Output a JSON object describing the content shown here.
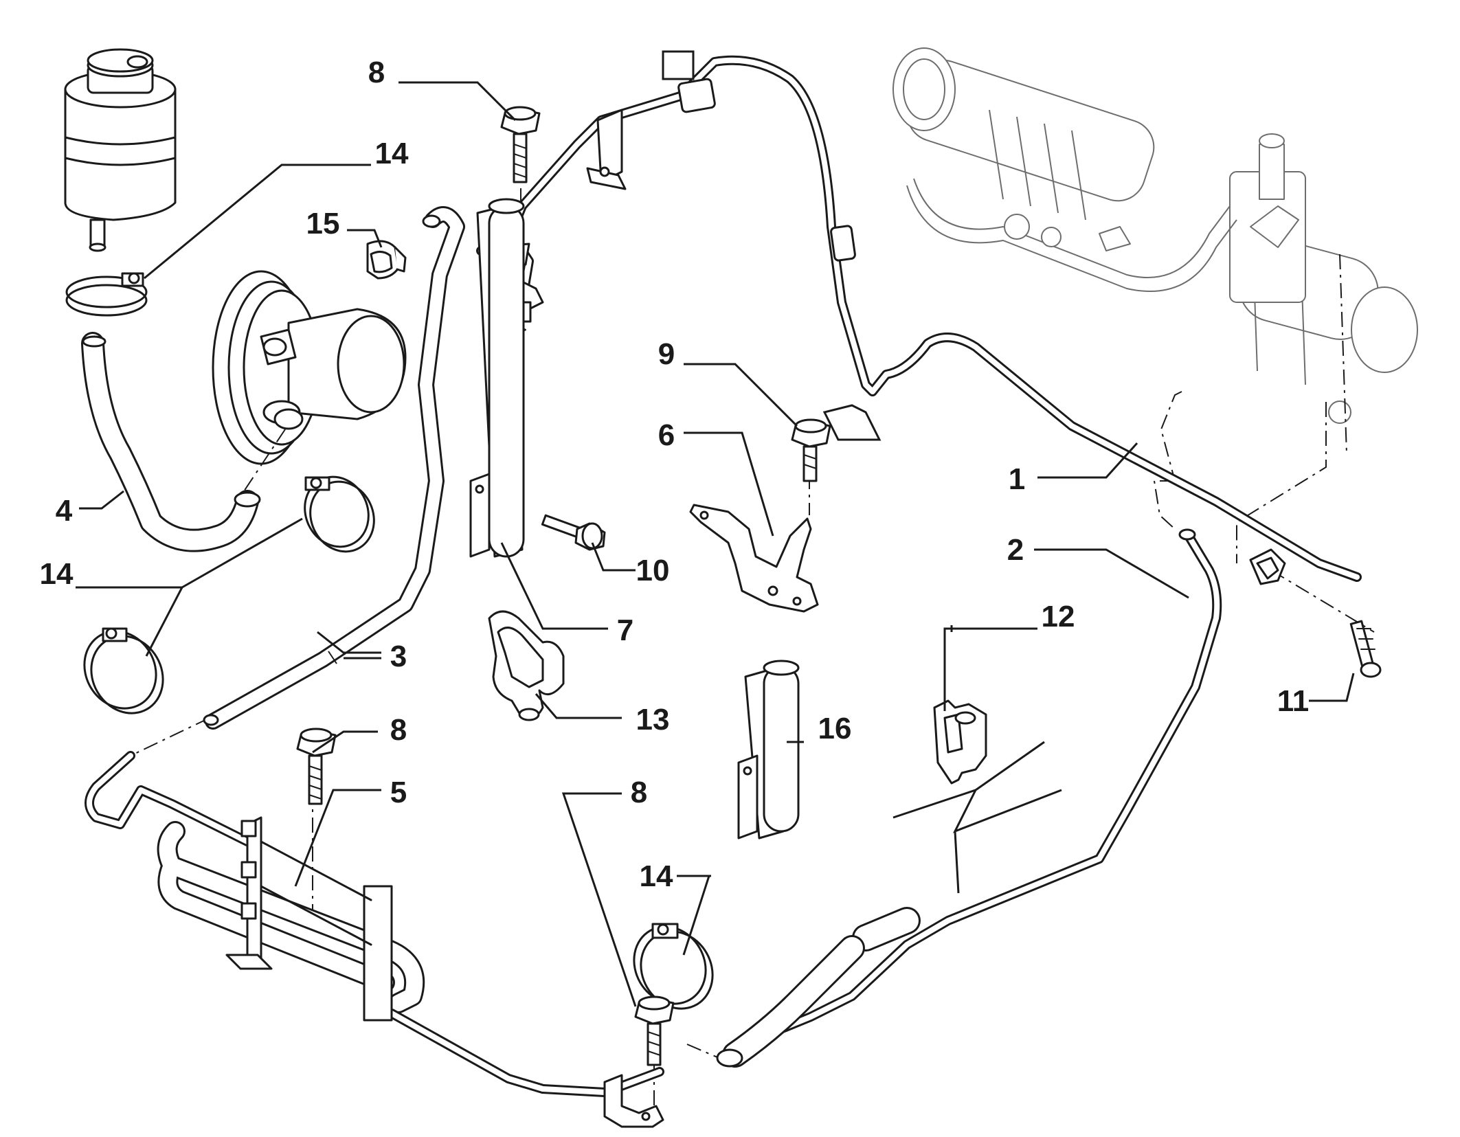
{
  "callouts": {
    "c1": "1",
    "c2": "2",
    "c3": "3",
    "c4": "4",
    "c5": "5",
    "c6": "6",
    "c7": "7",
    "c8a": "8",
    "c8b": "8",
    "c8c": "8",
    "c9": "9",
    "c10": "10",
    "c11": "11",
    "c12": "12",
    "c13": "13",
    "c14a": "14",
    "c14b": "14",
    "c14c": "14",
    "c15": "15",
    "c16": "16"
  },
  "colors": {
    "line": "#1a1a1a",
    "background": "#ffffff",
    "ghost": "#6d6d6d"
  }
}
